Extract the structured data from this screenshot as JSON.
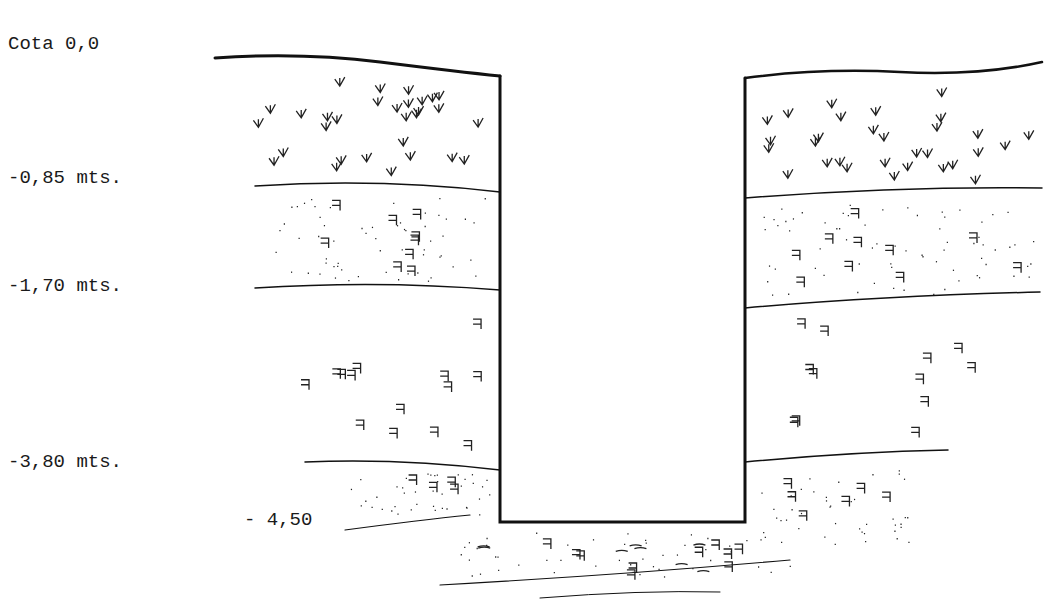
{
  "diagram": {
    "labels": [
      "Cota 0,0",
      "-0,85 mts.",
      "-1,70 mts.",
      "-3,80 mts.",
      "- 4,50"
    ]
  }
}
